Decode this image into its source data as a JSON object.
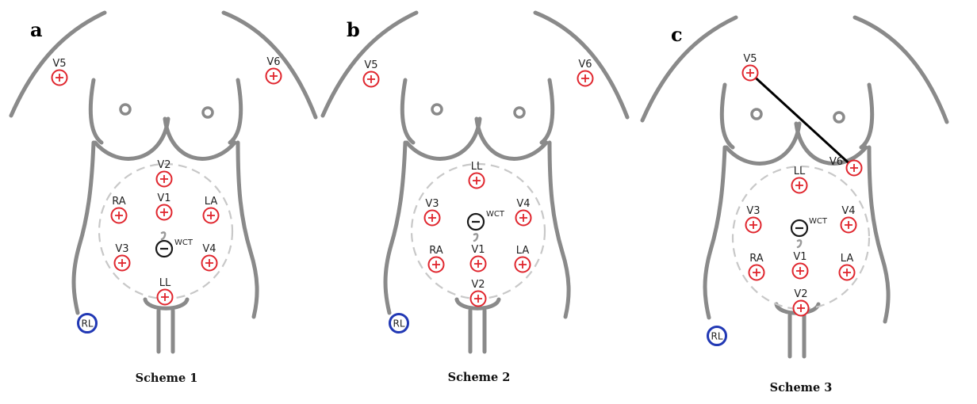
{
  "colors": {
    "positive_electrode": "#e0262e",
    "negative_electrode": "#1a1a1a",
    "ground_electrode": "#2138b4",
    "body_outline": "#8a8a8a",
    "dashed_zone": "#c8c8c8",
    "connection_line": "#000000"
  },
  "symbols": {
    "positive_icon": "plus-icon",
    "negative_icon": "minus-icon",
    "ground_icon": "rl-ground-icon"
  },
  "panels": [
    {
      "letter": "a",
      "title": "Scheme 1",
      "negative_label": "WCT",
      "ground_label": "RL",
      "electrodes": [
        {
          "label": "V5"
        },
        {
          "label": "V6"
        },
        {
          "label": "V2"
        },
        {
          "label": "RA"
        },
        {
          "label": "V1"
        },
        {
          "label": "LA"
        },
        {
          "label": "V3"
        },
        {
          "label": "V4"
        },
        {
          "label": "LL"
        }
      ]
    },
    {
      "letter": "b",
      "title": "Scheme 2",
      "negative_label": "WCT",
      "ground_label": "RL",
      "electrodes": [
        {
          "label": "V5"
        },
        {
          "label": "V6"
        },
        {
          "label": "LL"
        },
        {
          "label": "V3"
        },
        {
          "label": "V4"
        },
        {
          "label": "RA"
        },
        {
          "label": "V1"
        },
        {
          "label": "LA"
        },
        {
          "label": "V2"
        }
      ]
    },
    {
      "letter": "c",
      "title": "Scheme 3",
      "negative_label": "WCT",
      "ground_label": "RL",
      "connection": {
        "from": "V5",
        "to": "V6"
      },
      "electrodes": [
        {
          "label": "V5"
        },
        {
          "label": "V6"
        },
        {
          "label": "LL"
        },
        {
          "label": "V3"
        },
        {
          "label": "V4"
        },
        {
          "label": "RA"
        },
        {
          "label": "V1"
        },
        {
          "label": "LA"
        },
        {
          "label": "V2"
        }
      ]
    }
  ]
}
